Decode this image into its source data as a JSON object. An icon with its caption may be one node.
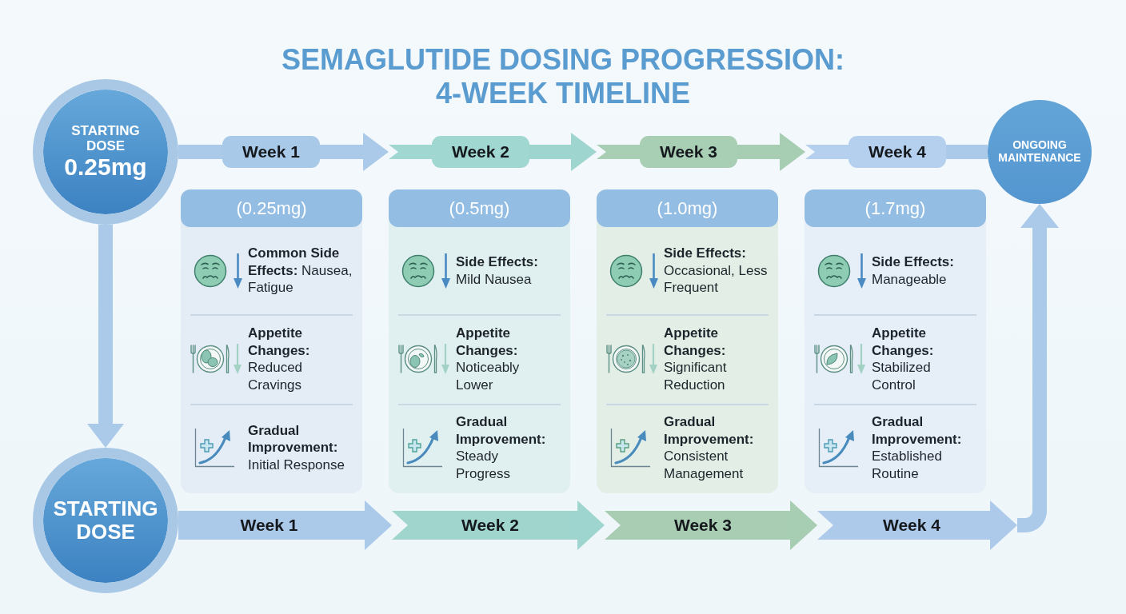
{
  "diagram": {
    "title": "SEMAGLUTIDE DOSING PROGRESSION: 4-WEEK TIMELINE",
    "nodes": [
      {
        "text": [
          "STARTING DOSE",
          "0.25mg"
        ]
      },
      {
        "text": [
          "Week 1"
        ]
      },
      {
        "text": [
          "Week 2"
        ]
      },
      {
        "text": [
          "Week 3"
        ]
      },
      {
        "text": [
          "Week 4"
        ]
      },
      {
        "text": [
          "ONGOING MAINTENANCE"
        ]
      },
      {
        "text": [
          "(0.25mg)",
          "**Common Side Effects:** Nausea, Fatigue",
          "**Appetite Changes:** Reduced Cravings",
          "**Gradual Improvement:** Initial Response"
        ]
      },
      {
        "text": [
          "(0.5mg)",
          "**Side Effects:** Mild Nausea",
          "**Appetite Changes:** Noticeably Lower",
          "**Gradual Improvement:** Steady Progress"
        ]
      },
      {
        "text": [
          "(1.0mg)",
          "**Side Effects:** Occasional, Less Frequent",
          "**Appetite Changes:** Significant Reduction",
          "**Gradual Improvement:** Consistent Management"
        ]
      },
      {
        "text": [
          "(1.7mg)",
          "**Side Effects:** Manageable",
          "**Appetite Changes:** Stabilized Control",
          "**Gradual Improvement:** Established Routine"
        ]
      },
      {
        "text": [
          "STARTING DOSE"
        ]
      },
      {
        "text": [
          "Week 1"
        ]
      },
      {
        "text": [
          "Week 2"
        ]
      },
      {
        "text": [
          "Week 3"
        ]
      },
      {
        "text": [
          "Week 4"
        ]
      }
    ],
    "edges": [
      {
        "from": 0,
        "to": 1,
        "arrow": "none"
      },
      {
        "from": 1,
        "to": 2,
        "arrow": "to"
      },
      {
        "from": 2,
        "to": 3,
        "arrow": "to",
        "color": "#9fd5cf"
      },
      {
        "from": 3,
        "to": 4,
        "arrow": "to",
        "color": "#a7cdb2"
      },
      {
        "from": 4,
        "to": 5,
        "arrow": "none"
      },
      {
        "from": 0,
        "to": 10,
        "arrow": "to"
      },
      {
        "from": 11,
        "to": 12,
        "arrow": "to",
        "style": "thick"
      },
      {
        "from": 12,
        "to": 13,
        "arrow": "to",
        "style": "thick",
        "color": "#9fd5cf"
      },
      {
        "from": 13,
        "to": 14,
        "arrow": "to",
        "style": "thick",
        "color": "#a7cdb2"
      },
      {
        "from": 14,
        "to": 5,
        "arrow": "to"
      }
    ]
  }
}
